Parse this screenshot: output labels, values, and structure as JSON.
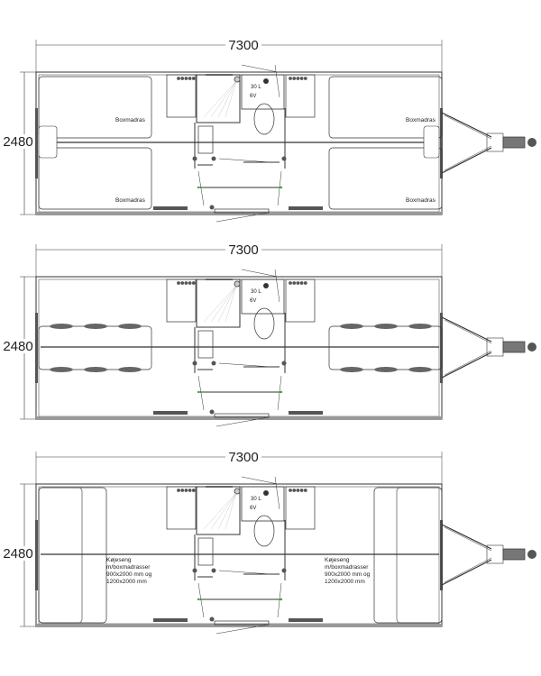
{
  "plans": [
    {
      "name": "layout-boxmadras",
      "width_label": "7300",
      "height_label": "2480",
      "variant": "beds",
      "labels": [
        "Boxmadras",
        "Boxmadras",
        "Boxmadras",
        "Boxmadras"
      ],
      "tank_label": "30 L",
      "volt_label": "6V"
    },
    {
      "name": "layout-seating",
      "width_label": "7300",
      "height_label": "2480",
      "variant": "seating",
      "labels": [],
      "tank_label": "30 L",
      "volt_label": "6V"
    },
    {
      "name": "layout-bunk",
      "width_label": "7300",
      "height_label": "2480",
      "variant": "bunk",
      "labels": [
        [
          "Køjeseng",
          "m/boxmadrasser",
          "900x2000  mm  og",
          "1200x2000  mm"
        ],
        [
          "Køjeseng",
          "m/boxmadrasser",
          "900x2000  mm  og",
          "1200x2000  mm"
        ]
      ],
      "tank_label": "30 L",
      "volt_label": "6V"
    }
  ],
  "colors": {
    "line": "#333333",
    "accent": "#2bb52b",
    "fill": "#888888"
  }
}
